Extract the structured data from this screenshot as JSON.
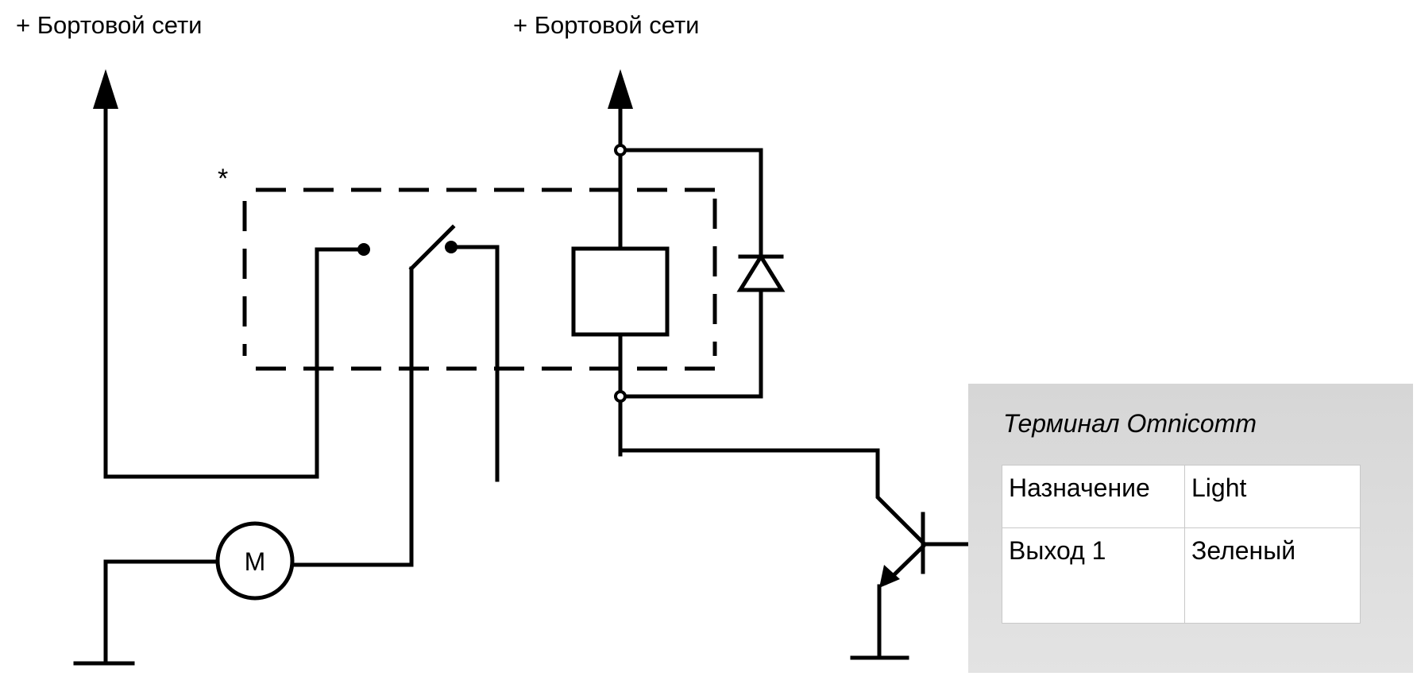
{
  "labels": {
    "left_supply": "+ Бортовой сети",
    "right_supply": "+ Бортовой сети",
    "asterisk": "*",
    "motor": "M"
  },
  "terminal": {
    "title": "Терминал Omnicomm",
    "rows": [
      {
        "field": "Назначение",
        "value": "Light"
      },
      {
        "field": "Выход 1",
        "value": "Зеленый"
      }
    ]
  },
  "colors": {
    "line": "#000000",
    "panel_bg": "#dcdcdc",
    "table_border": "#c8c8c8"
  }
}
